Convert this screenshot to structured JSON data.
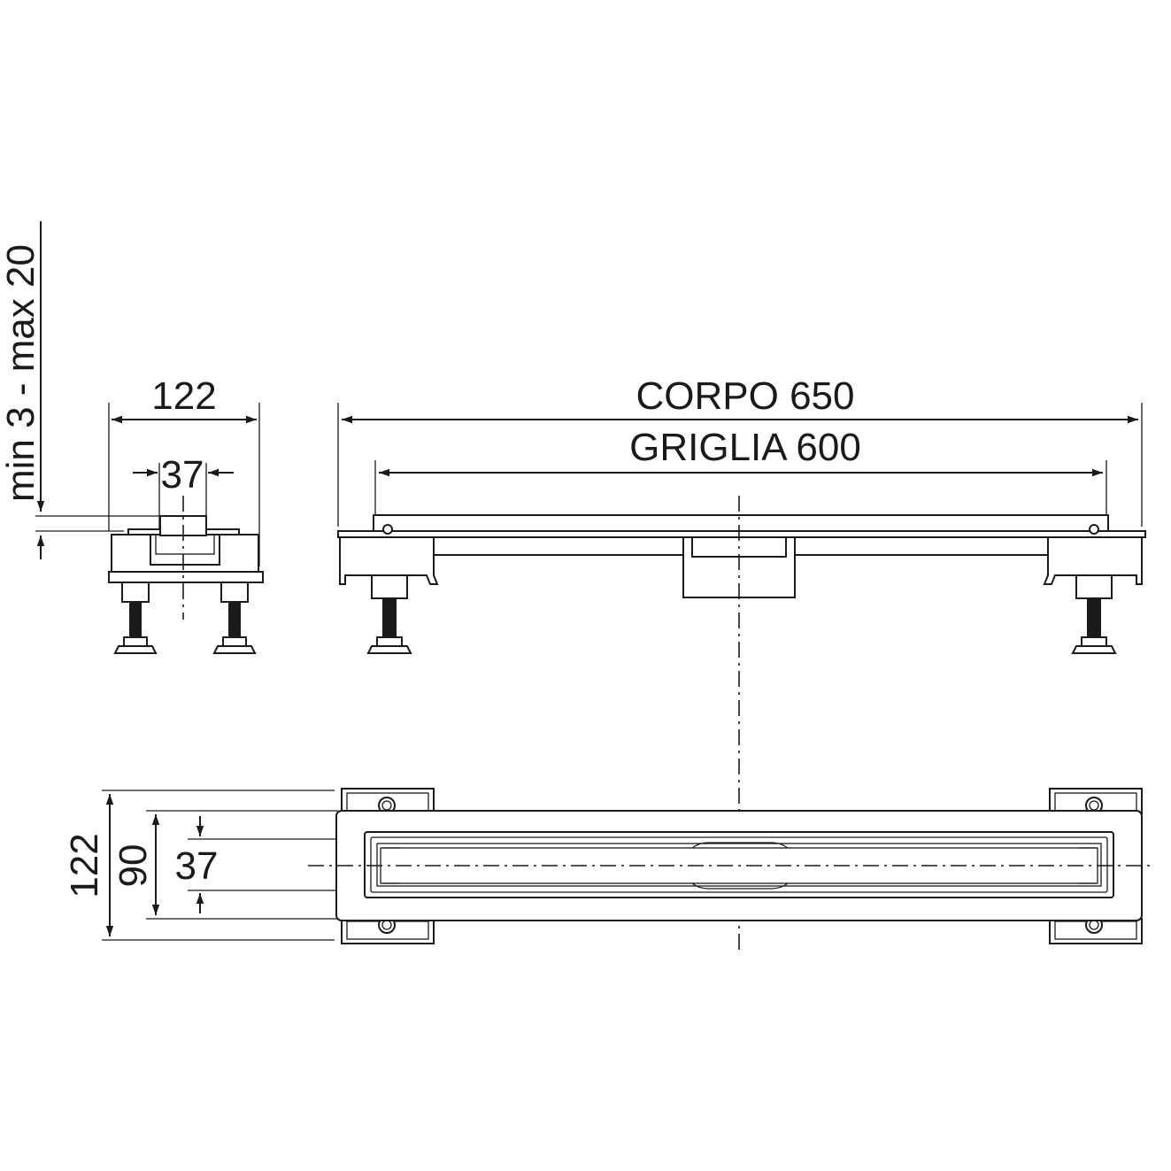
{
  "drawing": {
    "side_view": {
      "height_range_label": "min 3 - max 20",
      "width_label": "122",
      "outlet_label": "37"
    },
    "front_view": {
      "body_length_label": "CORPO 650",
      "grate_length_label": "GRIGLIA 600"
    },
    "plan_view": {
      "overall_width_label": "122",
      "channel_width_label": "90",
      "grate_width_label": "37"
    },
    "colors": {
      "line": "#1a1a1a",
      "background": "#ffffff"
    }
  }
}
